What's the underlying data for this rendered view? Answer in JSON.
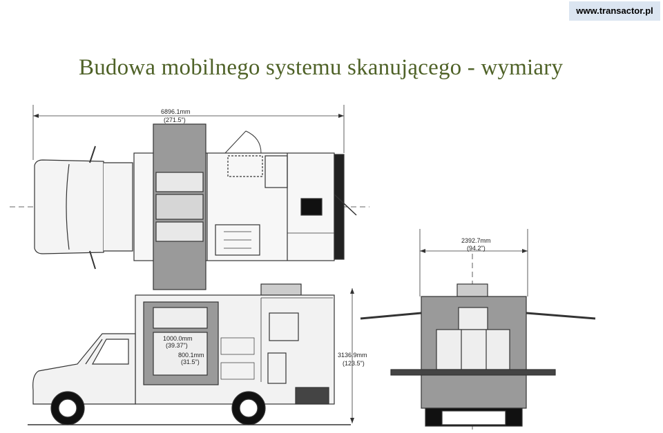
{
  "header": {
    "site_url": "www.transactor.pl"
  },
  "slide": {
    "title": "Budowa mobilnego systemu skanującego - wymiary"
  },
  "dimensions": {
    "overall_length_mm": "6896.1mm",
    "overall_length_in": "(271.5\")",
    "width_mm": "2392.7mm",
    "width_in": "(94.2\")",
    "height_mm": "3136.9mm",
    "height_in": "(123.5\")",
    "boom_height_mm": "1000.0mm",
    "boom_height_in": "(39.37\")",
    "boom_width_mm": "800.1mm",
    "boom_width_in": "(31.5\")"
  }
}
